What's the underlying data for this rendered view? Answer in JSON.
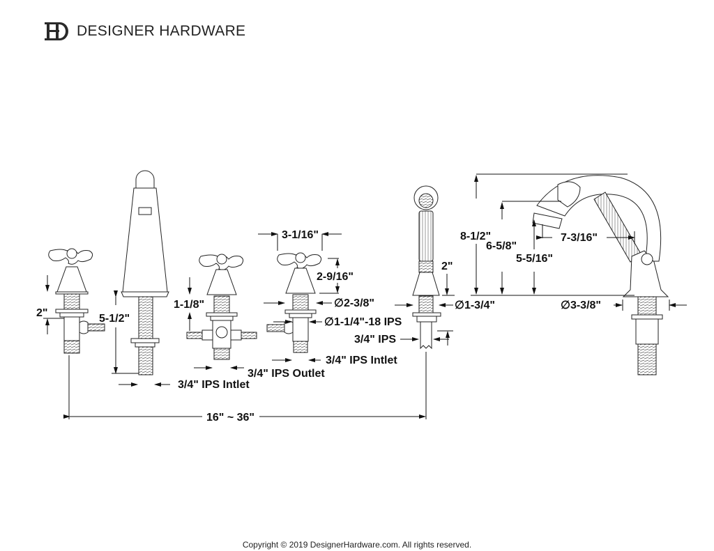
{
  "brand": {
    "logo_icon": "dh-monogram-icon",
    "name": "DESIGNER HARDWARE"
  },
  "components": [
    {
      "id": "left-cross-handle-valve",
      "label": "Cross handle valve (left)"
    },
    {
      "id": "tub-spout",
      "label": "Tub spout"
    },
    {
      "id": "diverter-valve",
      "label": "Diverter valve"
    },
    {
      "id": "right-cross-handle-valve",
      "label": "Cross handle valve (right)"
    },
    {
      "id": "hand-shower",
      "label": "Hand shower"
    },
    {
      "id": "hand-shower-side-view",
      "label": "Hand shower side view"
    }
  ],
  "dimensions": {
    "left_valve_height": "2\"",
    "spout_shank": "5-1/2\"",
    "diverter_height": "1-1/8\"",
    "handle_width": "3-1/16\"",
    "handle_height": "2-9/16\"",
    "escutcheon_dia": "∅2-3/8\"",
    "shank_thread": "∅1-1/4\"-18 IPS",
    "spout_inlet": "3/4\" IPS Intlet",
    "diverter_outlet": "3/4\" IPS Outlet",
    "valve_inlet": "3/4\" IPS Intlet",
    "hand_shower_ips": "3/4\" IPS",
    "hand_shower_height": "2\"",
    "hand_shower_dia": "∅1-3/4\"",
    "overall_height": "8-1/2\"",
    "spray_height": "6-5/8\"",
    "outlet_height": "5-5/16\"",
    "reach": "7-3/16\"",
    "base_dia": "∅3-3/8\"",
    "spread": "16\" ~ 36\""
  },
  "footer": {
    "copyright": "Copyright © 2019 DesignerHardware.com. All rights reserved."
  }
}
